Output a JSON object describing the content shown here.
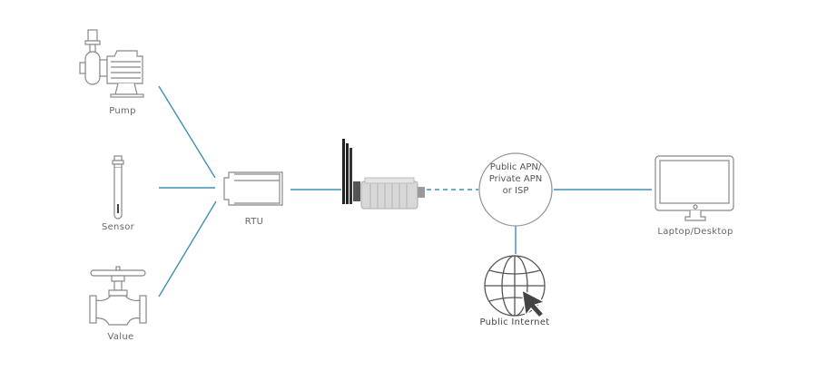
{
  "nodes": {
    "pump": {
      "label": "Pump",
      "icon": "pump-icon"
    },
    "sensor": {
      "label": "Sensor",
      "icon": "sensor-icon"
    },
    "valve": {
      "label": "Value",
      "icon": "valve-icon"
    },
    "rtu": {
      "label": "RTU",
      "icon": "rtu-icon"
    },
    "router": {
      "icon": "router-icon"
    },
    "network": {
      "line1": "Public APN/",
      "line2": "Private APN",
      "line3": "or ISP"
    },
    "internet": {
      "label": "Public Internet",
      "icon": "globe-icon"
    },
    "computer": {
      "label": "Laptop/Desktop",
      "icon": "monitor-icon"
    }
  },
  "colors": {
    "link": "#3f8fb2",
    "icon": "#8a8a8a"
  }
}
